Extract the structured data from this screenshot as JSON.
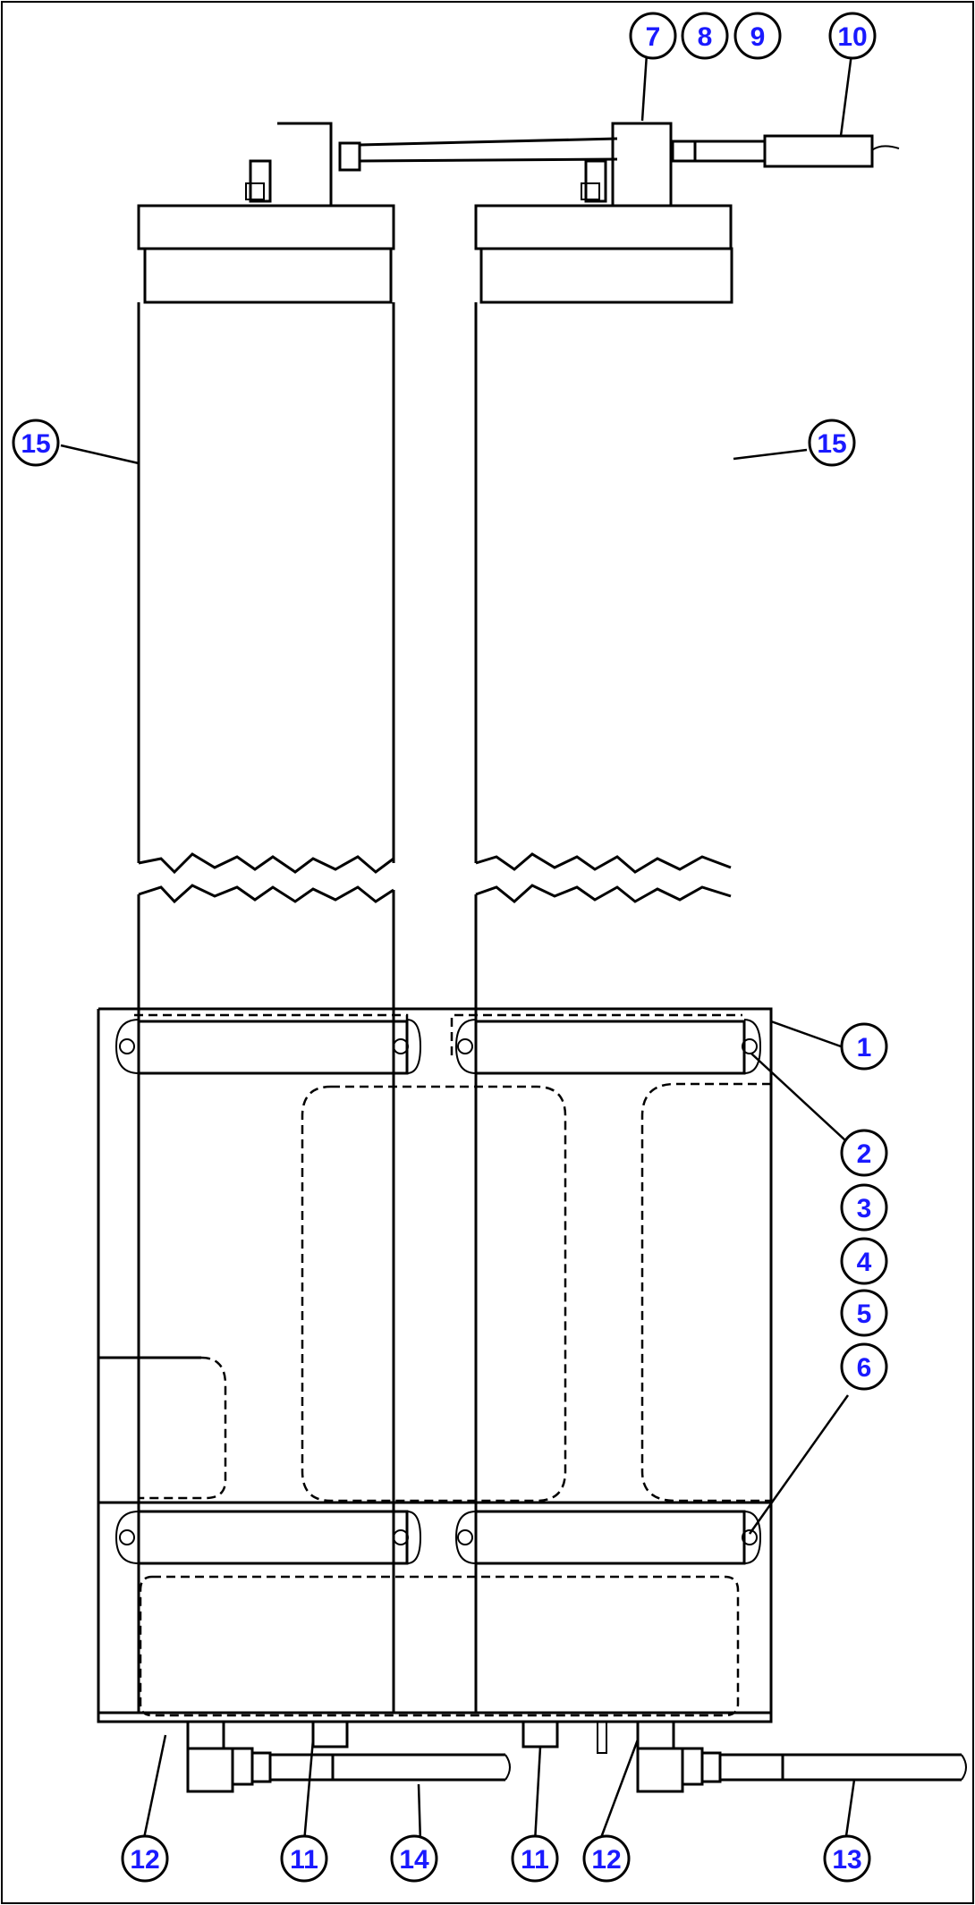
{
  "callouts": {
    "c1": "1",
    "c2": "2",
    "c3": "3",
    "c4": "4",
    "c5": "5",
    "c6": "6",
    "c7": "7",
    "c8": "8",
    "c9": "9",
    "c10": "10",
    "c11a": "11",
    "c11b": "11",
    "c12a": "12",
    "c12b": "12",
    "c13": "13",
    "c14": "14",
    "c15a": "15",
    "c15b": "15"
  },
  "colors": {
    "callout_text": "#1a1aff",
    "line": "#000000",
    "background": "#ffffff"
  }
}
